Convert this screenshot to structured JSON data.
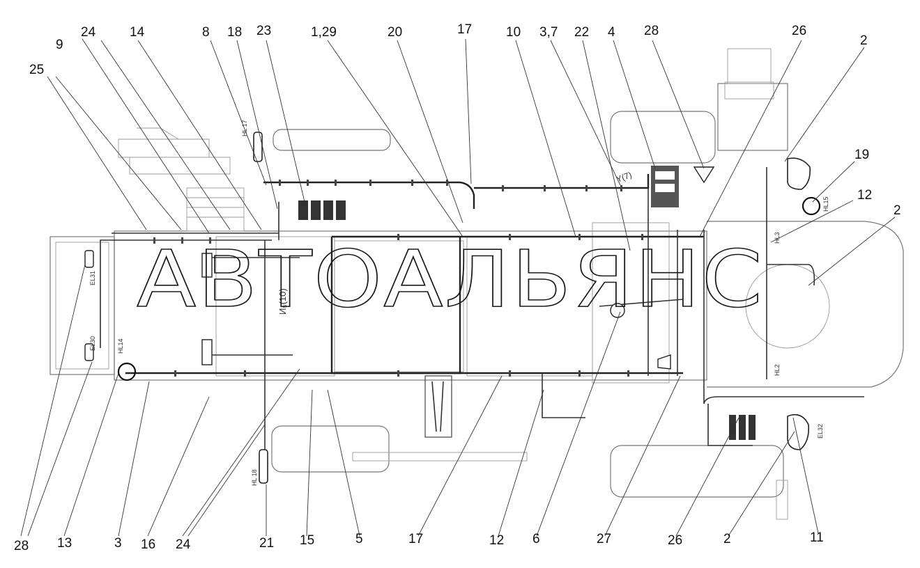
{
  "watermark": "АВТОАЛЬЯНС",
  "callouts_top": [
    "24",
    "14",
    "8",
    "18",
    "23",
    "1,29",
    "20",
    "17",
    "10",
    "3,7",
    "22",
    "4",
    "28",
    "26",
    "2"
  ],
  "callouts_left": [
    "9",
    "25"
  ],
  "callouts_right": [
    "19",
    "12",
    "2"
  ],
  "callouts_bottom": [
    "28",
    "13",
    "3",
    "16",
    "24",
    "21",
    "15",
    "5",
    "17",
    "12",
    "6",
    "27",
    "26",
    "2",
    "11"
  ],
  "component_labels": {
    "hl17": "HL 17",
    "hl18": "HL 18",
    "hl14": "HL14",
    "hl15": "HL15",
    "hl42": "HL2",
    "hl43": "HL3",
    "el30": "EL30",
    "el31": "EL31",
    "el32": "EL32",
    "yv": "Y(7)",
    "marker": "И₅(10)"
  }
}
